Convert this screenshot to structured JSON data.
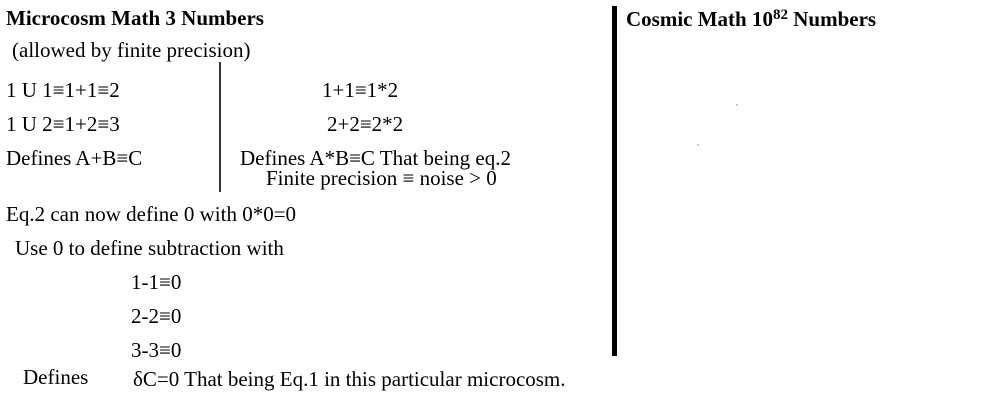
{
  "left": {
    "title": "Microcosm  Math  3 Numbers",
    "subtitle": "(allowed by finite precision)",
    "col1": [
      "1 U 1≡1+1≡2",
      "1 U 2≡1+2≡3",
      "Defines A+B≡C"
    ],
    "col2": [
      "1+1≡1*2",
      "2+2≡2*2",
      "Defines A*B≡C That being eq.2"
    ],
    "noise_line": "Finite precision ≡ noise > 0",
    "eq2_line": "Eq.2 can now define 0 with 0*0=0",
    "subtraction_line": "Use 0 to define subtraction with",
    "subtractions": [
      "1-1≡0",
      "2-2≡0",
      "3-3≡0"
    ],
    "defines_label": "Defines",
    "defines_rest": "δC=0  That being Eq.1 in this particular microcosm."
  },
  "right": {
    "title_prefix": "Cosmic Math 10",
    "title_exponent": "82",
    "title_suffix": "Numbers"
  }
}
